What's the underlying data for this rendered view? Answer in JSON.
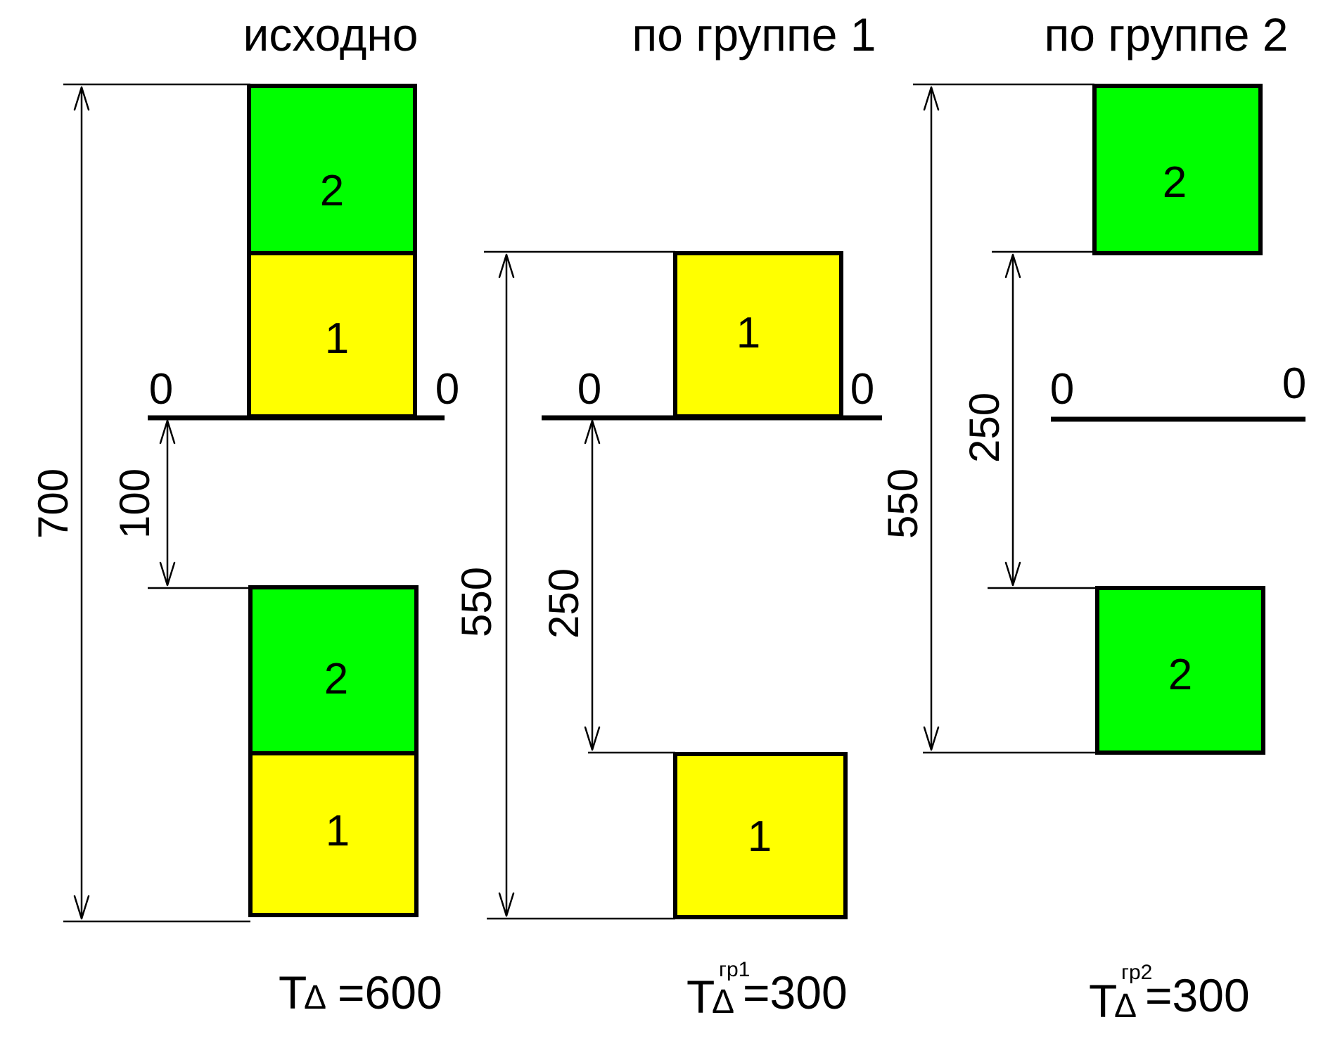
{
  "columns": {
    "original": {
      "title": "исходно",
      "upper_boxes": [
        "2",
        "1"
      ],
      "lower_boxes": [
        "2",
        "1"
      ],
      "zero_left": "0",
      "zero_right": "0",
      "dim_total": "700",
      "dim_gap": "100",
      "formula_main": "T",
      "formula_delta": "Δ",
      "formula_sup": "",
      "formula_value": "=600"
    },
    "group1": {
      "title": "по группе 1",
      "upper_box": "1",
      "lower_box": "1",
      "zero_left": "0",
      "zero_right": "0",
      "dim_total": "550",
      "dim_gap": "250",
      "formula_main": "T",
      "formula_delta": "Δ",
      "formula_sup": "гр1",
      "formula_value": "=300"
    },
    "group2": {
      "title": "по группе 2",
      "upper_box": "2",
      "lower_box": "2",
      "zero_left": "0",
      "zero_right": "0",
      "dim_total": "550",
      "dim_gap": "250",
      "formula_main": "T",
      "formula_delta": "Δ",
      "formula_sup": "гр2",
      "formula_value": "=300"
    }
  },
  "colors": {
    "group1_fill": "#ffff00",
    "group2_fill": "#00ff00",
    "line": "#000000"
  }
}
